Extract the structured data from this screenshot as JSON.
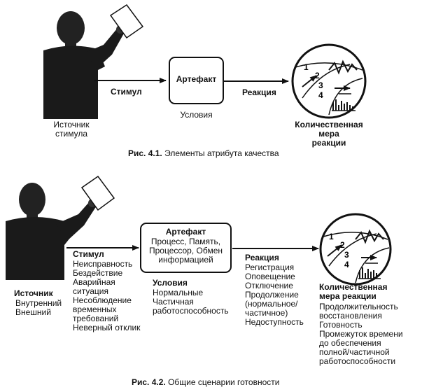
{
  "fig1": {
    "source_label": "Источник\nстимула",
    "stimulus_label": "Стимул",
    "artifact_label": "Артефакт",
    "conditions_label": "Условия",
    "response_label": "Реакция",
    "measure_label": "Количественная мера\nреакции",
    "caption_num": "Рис. 4.1.",
    "caption_text": "Элементы атрибута качества"
  },
  "fig2": {
    "source_title": "Источник",
    "source_items": "Внутренний\nВнешний",
    "stimulus_title": "Стимул",
    "stimulus_items": "Неисправность\nБездействие\nАварийная\nситуация\nНесоблюдение\nвременных\nтребований\nНеверный отклик",
    "artifact_title": "Артефакт",
    "artifact_items": "Процесс, Память,\nПроцессор, Обмен\nинформацией",
    "conditions_title": "Условия",
    "conditions_items": "Нормальные\nЧастичная\nработоспособность",
    "response_title": "Реакция",
    "response_items": "Регистрация\nОповещение\nОтключение\nПродолжение\n(нормальное/\nчастичное)\nНедоступность",
    "measure_title": "Количественная\nмера реакции",
    "measure_items": "Продолжительность\nвосстановления\nГотовность\nПромежуток времени\nдо обеспечения\nполной/частичной\nработоспособности",
    "caption_num": "Рис. 4.2.",
    "caption_text": "Общие сценарии готовности"
  },
  "gauge_numbers": [
    "1",
    "2",
    "3",
    "4"
  ]
}
